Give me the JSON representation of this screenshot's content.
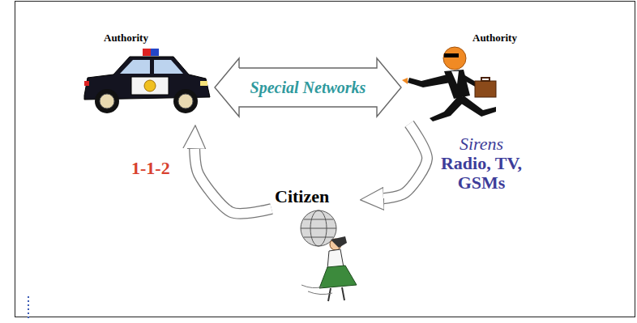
{
  "diagram": {
    "nodes": [
      {
        "text": [
          "Authority"
        ]
      },
      {
        "text": [
          "Authority"
        ]
      },
      {
        "text": [
          "Citizen"
        ]
      }
    ],
    "edges": [
      {
        "from": 0,
        "to": 1,
        "arrow": "both",
        "label": "Special Networks"
      },
      {
        "from": 2,
        "to": 0,
        "arrow": "to",
        "label": "1-1-2"
      },
      {
        "from": 1,
        "to": 2,
        "arrow": "to",
        "label": "Sirens Radio, TV, GSMs"
      }
    ]
  }
}
